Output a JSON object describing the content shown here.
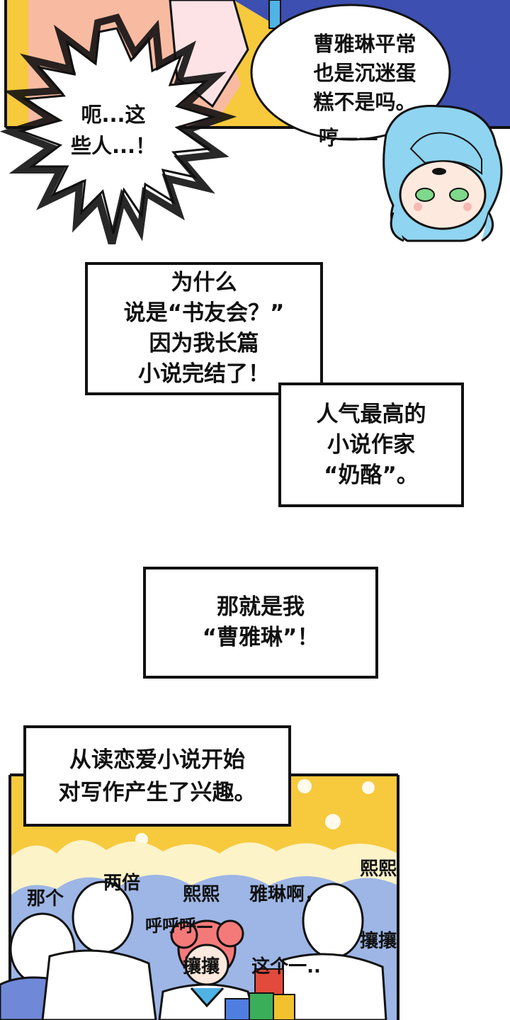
{
  "top_panel": {
    "speech_bubble": {
      "lines": [
        "曹雅琳平常",
        "也是沉迷蛋",
        "糕不是吗。"
      ]
    },
    "burst_bubble": {
      "lines": [
        "呃...这",
        "些人...！"
      ]
    },
    "sfx_hum": "哼——"
  },
  "narration_1": {
    "lines": [
      "为什么",
      "说是“书友会？”",
      "因为我长篇",
      "小说完结了！"
    ]
  },
  "narration_2": {
    "lines": [
      "人气最高的",
      "小说作家",
      "“奶酪”。"
    ]
  },
  "narration_3": {
    "lines": [
      "那就是我",
      "“曹雅琳”！"
    ]
  },
  "narration_4": {
    "lines": [
      "从读恋爱小说开始",
      "对写作产生了兴趣。"
    ]
  },
  "bottom_panel": {
    "sfx": {
      "xixi_rangrang_1": [
        "熙熙",
        "攘攘"
      ],
      "yalin": [
        "雅琳啊，",
        "这个一.."
      ],
      "xixi_rangrang_2": [
        "熙熙",
        "攘攘"
      ],
      "that": "那个",
      "double": "两倍",
      "huhuhu": "呼呼呼—"
    }
  },
  "colors": {
    "ink": "#111111",
    "yellow_bg": "#f7c93c",
    "blue_bg": "#3d4fb0",
    "cloud_blue": "#9db6e6",
    "hair_blue": "#8fd4f0",
    "hair_pink": "#f47a7a"
  }
}
